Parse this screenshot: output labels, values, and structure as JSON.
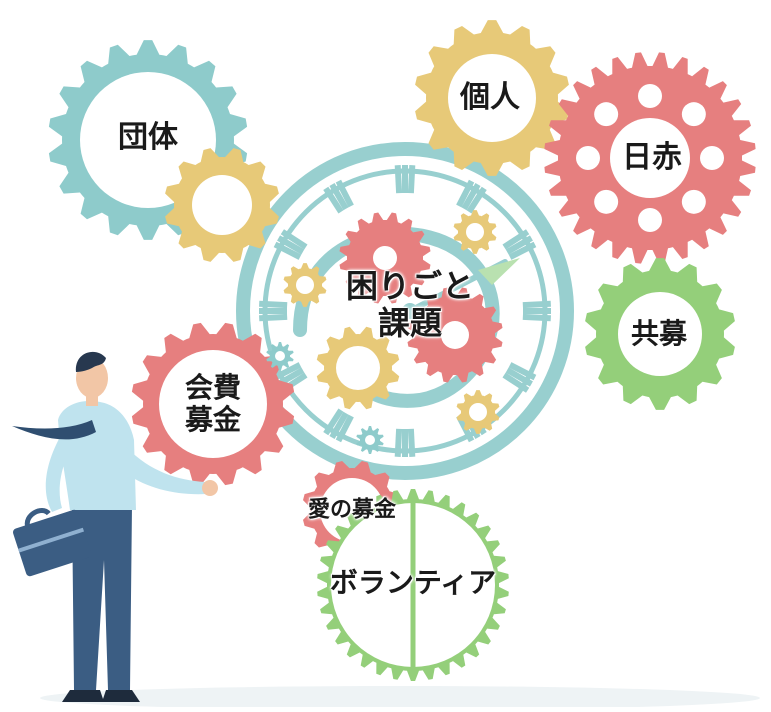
{
  "colors": {
    "teal": "#8ecbcb",
    "yellow": "#e7c978",
    "red": "#e67f7f",
    "green": "#94cf7a",
    "clock": "#98cfcf",
    "person_shirt": "#bfe3ee",
    "person_pants": "#3b5d83",
    "briefcase": "#3b5d83"
  },
  "labels": {
    "group": "団体",
    "individual": "個人",
    "red_cross": "日赤",
    "issues": "困りごと\n課題",
    "community_chest": "共募",
    "membership_fundraising": "会費\n募金",
    "love_fundraising": "愛の募金",
    "volunteer": "ボランティア"
  }
}
